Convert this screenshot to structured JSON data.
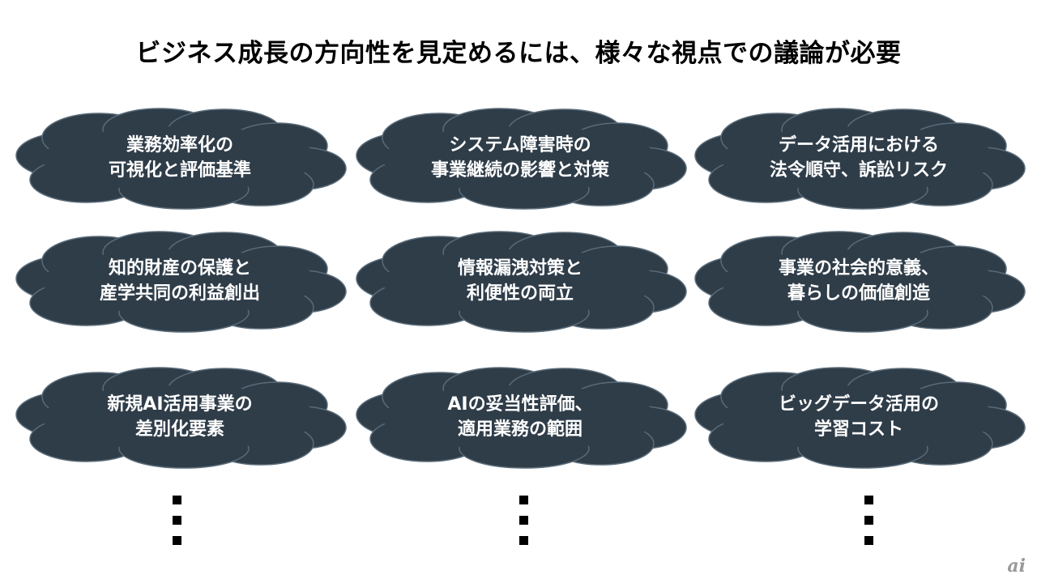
{
  "title": "ビジネス成長の方向性を見定めるには、様々な視点での議論が必要",
  "colors": {
    "cloud_fill": "#2f3d49",
    "cloud_stroke": "#5a6b78",
    "text": "#ffffff"
  },
  "clouds": [
    {
      "line1": "業務効率化の",
      "line2": "可視化と評価基準"
    },
    {
      "line1": "システム障害時の",
      "line2": "事業継続の影響と対策"
    },
    {
      "line1": "データ活用における",
      "line2": "法令順守、訴訟リスク"
    },
    {
      "line1": "知的財産の保護と",
      "line2": "産学共同の利益創出"
    },
    {
      "line1": "情報漏洩対策と",
      "line2": "利便性の両立"
    },
    {
      "line1": "事業の社会的意義、",
      "line2": "暮らしの価値創造"
    },
    {
      "line1": "新規AI活用事業の",
      "line2": "差別化要素"
    },
    {
      "line1": "AIの妥当性評価、",
      "line2": "適用業務の範囲"
    },
    {
      "line1": "ビッグデータ活用の",
      "line2": "学習コスト"
    }
  ],
  "logo": "ai"
}
